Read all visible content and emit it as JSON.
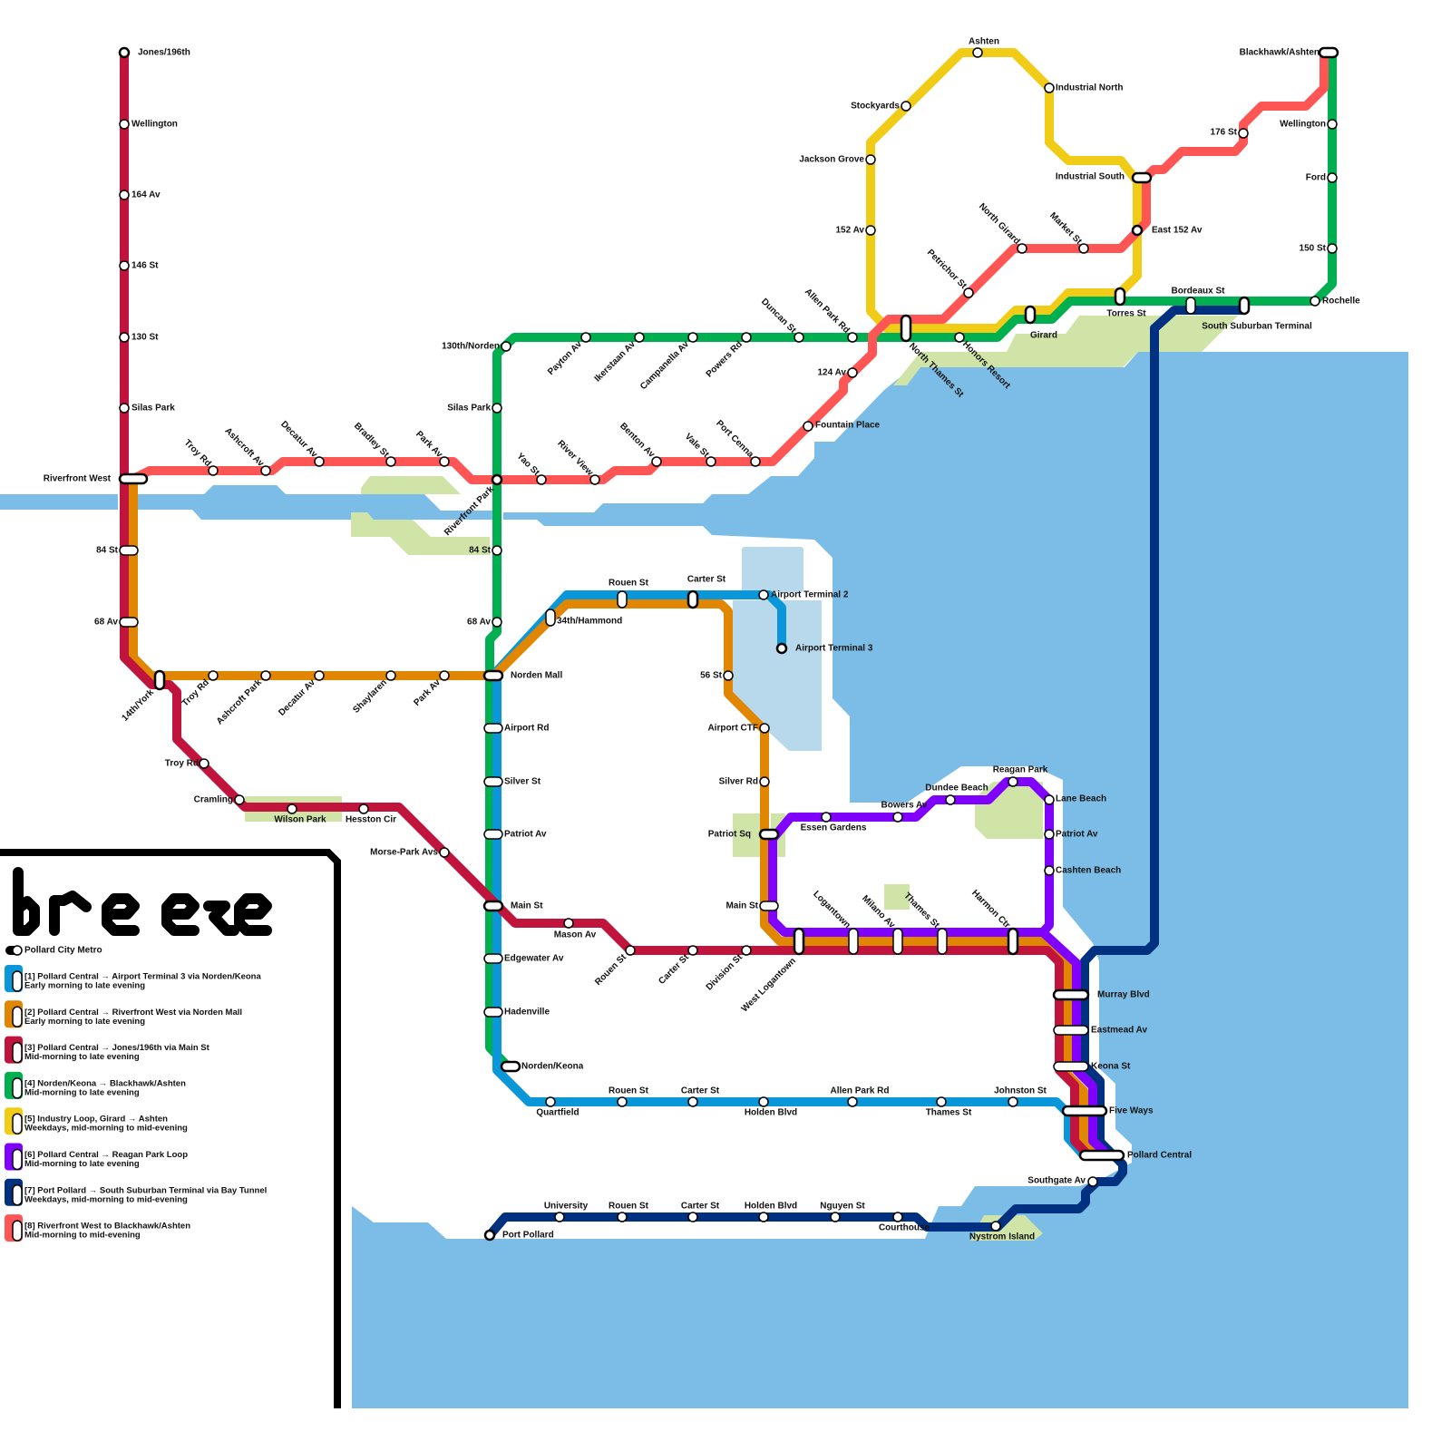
{
  "brand": "breeze",
  "system_name": "Pollard City Metro",
  "colors": {
    "water": "#7bbde6",
    "airport": "#b8d8ec",
    "park": "#d0e4a8"
  },
  "lines": [
    {
      "route": "[1] Pollard Central → Airport Terminal 3 via Norden/Keona",
      "hours": "Early morning to late evening",
      "color": "#0a97d9"
    },
    {
      "route": "[2] Pollard Central → Riverfront West via Norden Mall",
      "hours": "Early morning to late evening",
      "color": "#e08600"
    },
    {
      "route": "[3] Pollard Central → Jones/196th via Main St",
      "hours": "Mid-morning to late evening",
      "color": "#c0143c"
    },
    {
      "route": "[4] Norden/Keona → Blackhawk/Ashten",
      "hours": "Mid-morning to late evening",
      "color": "#00b050"
    },
    {
      "route": "[5] Industry Loop, Girard → Ashten",
      "hours": "Weekdays, mid-morning to mid-evening",
      "color": "#f0cc17"
    },
    {
      "route": "[6] Pollard Central → Reagan Park Loop",
      "hours": "Mid-morning to late evening",
      "color": "#8000ff"
    },
    {
      "route": "[7] Port Pollard → South Suburban Terminal via Bay Tunnel",
      "hours": "Weekdays, mid-morning to mid-evening",
      "color": "#003080"
    },
    {
      "route": "[8] Riverfront West to Blackhawk/Ashten",
      "hours": "Mid-morning to mid-evening",
      "color": "#ff5555"
    }
  ],
  "stations": [
    {
      "name": "Jones/196th"
    },
    {
      "name": "Wellington"
    },
    {
      "name": "164 Av"
    },
    {
      "name": "146 St"
    },
    {
      "name": "130 St"
    },
    {
      "name": "Silas Park"
    },
    {
      "name": "Riverfront West"
    },
    {
      "name": "84 St"
    },
    {
      "name": "68 Av"
    },
    {
      "name": "14th/York"
    },
    {
      "name": "Troy Rd"
    },
    {
      "name": "Ashcroft Park"
    },
    {
      "name": "Decatur Av"
    },
    {
      "name": "Shaylaren"
    },
    {
      "name": "Park Av"
    },
    {
      "name": "Norden Mall"
    },
    {
      "name": "Troy Rd"
    },
    {
      "name": "Cramling"
    },
    {
      "name": "Wilson Park"
    },
    {
      "name": "Hesston Cir"
    },
    {
      "name": "Morse-Park Avs"
    },
    {
      "name": "Main St"
    },
    {
      "name": "Mason Av"
    },
    {
      "name": "Rouen St"
    },
    {
      "name": "Carter St"
    },
    {
      "name": "Division St"
    },
    {
      "name": "West Logantown"
    },
    {
      "name": "Logantown"
    },
    {
      "name": "Milano Av"
    },
    {
      "name": "Thames St"
    },
    {
      "name": "Harmon Ctr"
    },
    {
      "name": "Murray Blvd"
    },
    {
      "name": "Eastmead Av"
    },
    {
      "name": "Keona St"
    },
    {
      "name": "Five Ways"
    },
    {
      "name": "Pollard Central"
    },
    {
      "name": "130th/Norden"
    },
    {
      "name": "Payton Av"
    },
    {
      "name": "Ikerstaan Av"
    },
    {
      "name": "Campanella Av"
    },
    {
      "name": "Powers Rd"
    },
    {
      "name": "Duncan St"
    },
    {
      "name": "Allen Park Rd"
    },
    {
      "name": "North Thames St"
    },
    {
      "name": "Honors Resort"
    },
    {
      "name": "Girard"
    },
    {
      "name": "Torres St"
    },
    {
      "name": "Bordeaux St"
    },
    {
      "name": "South Suburban Terminal"
    },
    {
      "name": "Rochelle"
    },
    {
      "name": "150 St"
    },
    {
      "name": "Ford"
    },
    {
      "name": "Wellington"
    },
    {
      "name": "Blackhawk/Ashten"
    },
    {
      "name": "Silas Park"
    },
    {
      "name": "Riverfront Park"
    },
    {
      "name": "84 St"
    },
    {
      "name": "68 Av"
    },
    {
      "name": "Airport Rd"
    },
    {
      "name": "Silver St"
    },
    {
      "name": "Patriot Av"
    },
    {
      "name": "Edgewater Av"
    },
    {
      "name": "Hadenville"
    },
    {
      "name": "Norden/Keona"
    },
    {
      "name": "Quartfield"
    },
    {
      "name": "Rouen St"
    },
    {
      "name": "Carter St"
    },
    {
      "name": "Holden Blvd"
    },
    {
      "name": "Allen Park Rd"
    },
    {
      "name": "Thames St"
    },
    {
      "name": "Johnston St"
    },
    {
      "name": "34th/Hammond"
    },
    {
      "name": "Rouen St"
    },
    {
      "name": "Carter St"
    },
    {
      "name": "Airport Terminal 2"
    },
    {
      "name": "Airport Terminal 3"
    },
    {
      "name": "56 St"
    },
    {
      "name": "Airport CTF"
    },
    {
      "name": "Silver Rd"
    },
    {
      "name": "Patriot Sq"
    },
    {
      "name": "Main St"
    },
    {
      "name": "Essen Gardens"
    },
    {
      "name": "Bowers Av"
    },
    {
      "name": "Dundee Beach"
    },
    {
      "name": "Reagan Park"
    },
    {
      "name": "Lane Beach"
    },
    {
      "name": "Patriot Av"
    },
    {
      "name": "Cashten Beach"
    },
    {
      "name": "Ashten"
    },
    {
      "name": "Industrial North"
    },
    {
      "name": "Stockyards"
    },
    {
      "name": "Jackson Grove"
    },
    {
      "name": "152 Av"
    },
    {
      "name": "Industrial South"
    },
    {
      "name": "East 152 Av"
    },
    {
      "name": "Troy Rd"
    },
    {
      "name": "Ashcroft Av"
    },
    {
      "name": "Decatur Av"
    },
    {
      "name": "Bradley St"
    },
    {
      "name": "Park Av"
    },
    {
      "name": "Yao St"
    },
    {
      "name": "River View"
    },
    {
      "name": "Benton Av"
    },
    {
      "name": "Vale St"
    },
    {
      "name": "Port Cenna"
    },
    {
      "name": "Fountain Place"
    },
    {
      "name": "124 Av"
    },
    {
      "name": "Petrichor St"
    },
    {
      "name": "North Girard"
    },
    {
      "name": "Market St"
    },
    {
      "name": "176 St"
    },
    {
      "name": "Southgate Av"
    },
    {
      "name": "Nystrom Island"
    },
    {
      "name": "Courthouse"
    },
    {
      "name": "Nguyen St"
    },
    {
      "name": "Holden Blvd"
    },
    {
      "name": "Carter St"
    },
    {
      "name": "Rouen St"
    },
    {
      "name": "University"
    },
    {
      "name": "Port Pollard"
    }
  ]
}
